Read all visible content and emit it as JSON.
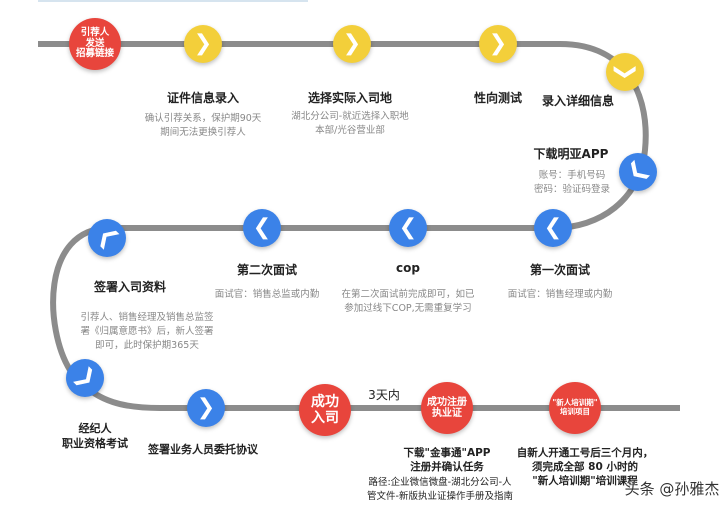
{
  "colors": {
    "track": "#8c8c8c",
    "yellow": "#f3cf3a",
    "blue": "#3b82e8",
    "red": "#e8453c"
  },
  "nodes": {
    "start": "引荐人\n发送\n招募链接",
    "joined": "成功\n入司",
    "license": "成功注册\n执业证",
    "training": "\"新人培训期\"\n培训项目"
  },
  "steps": [
    {
      "title": "证件信息录入",
      "desc": [
        "确认引荐关系，保护期90天",
        "期间无法更换引荐人"
      ]
    },
    {
      "title": "选择实际入司地",
      "desc": [
        "湖北分公司-就近选择入职地",
        "本部/光谷营业部"
      ]
    },
    {
      "title": "性向测试"
    },
    {
      "title": "录入详细信息"
    },
    {
      "title": "下载明亚APP",
      "desc": [
        "账号：手机号码",
        "密码：验证码登录"
      ]
    },
    {
      "title": "第一次面试",
      "desc": [
        "面试官：销售经理或内勤"
      ]
    },
    {
      "title": "cop",
      "desc": [
        "在第二次面试前完成即可，如已",
        "参加过线下COP,无需重复学习"
      ]
    },
    {
      "title": "第二次面试",
      "desc": [
        "面试官：销售总监或内勤"
      ]
    },
    {
      "title": "签署入司资料",
      "desc": [
        "引荐人、销售经理及销售总监签",
        "署《归属意愿书》后，新人签署",
        "即可，此时保护期365天"
      ]
    },
    {
      "title": "经纪人",
      "title2": "职业资格考试"
    },
    {
      "title": "签署业务人员委托协议"
    }
  ],
  "within": "3天内",
  "license_info": {
    "lines": [
      "下载\"金事通\"APP",
      "注册并确认任务"
    ],
    "path": [
      "路径:企业微信微盘-湖北分公司-人",
      "管文件-新版执业证操作手册及指南"
    ]
  },
  "training_info": [
    "自新人开通工号后三个月内，",
    "须完成全部 80 小时的",
    "\"新人培训期\"培训课程"
  ],
  "watermark": "头条 @孙雅杰"
}
